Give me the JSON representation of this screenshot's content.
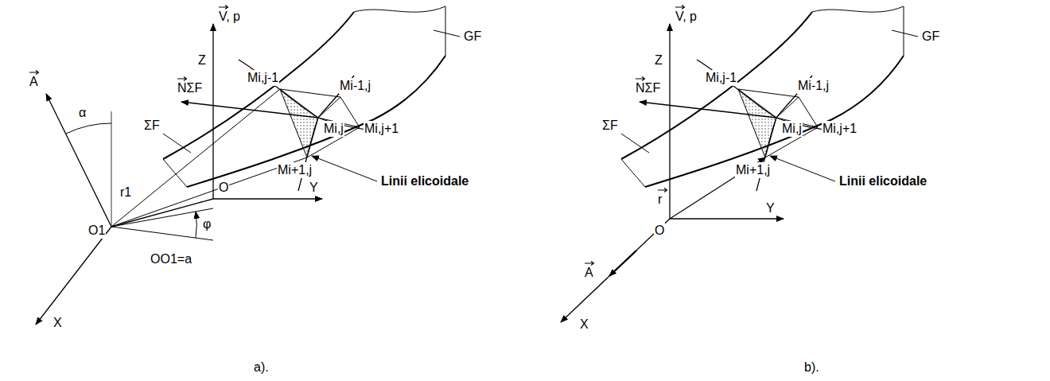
{
  "diagram": {
    "labels": [
      "GF",
      "V, p",
      "Z",
      "NΣF",
      "Mi,j-1",
      "Mi-1,j",
      "Mi,j+1",
      "Mi,j",
      "Mi+1,j",
      "ΣF",
      "Linii elicoidale",
      "A",
      "α",
      "r1",
      "O",
      "Y",
      "φ",
      "O1",
      "OO1=a",
      "X",
      "a).",
      "GF",
      "V, p",
      "Z",
      "NΣF",
      "Mi,j-1",
      "Mi-1,j",
      "Mi,j+1",
      "Mi,j",
      "Mi+1,j",
      "ΣF",
      "Linii elicoidale",
      "r",
      "O",
      "Y",
      "A",
      "X",
      "b)."
    ]
  }
}
